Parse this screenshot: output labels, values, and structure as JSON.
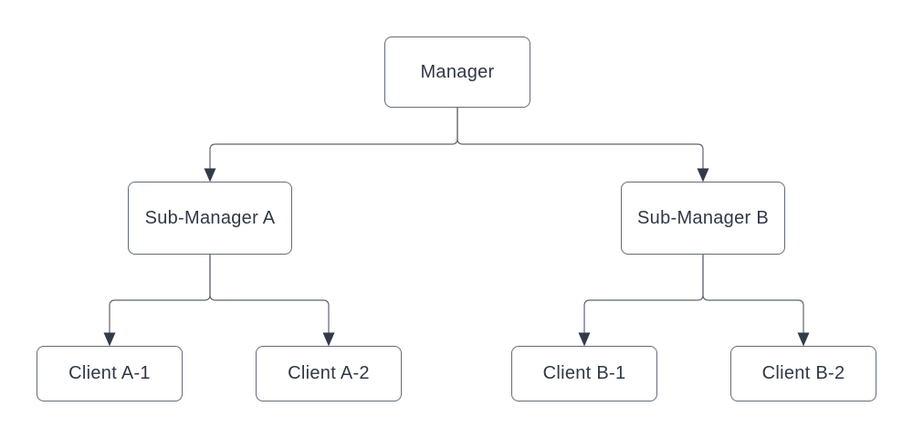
{
  "diagram": {
    "type": "org-chart-flowchart",
    "colors": {
      "background": "#ffffff",
      "node_fill": "#ffffff",
      "node_border": "#656c79",
      "node_text": "#2f3845",
      "connector": "#5c6470",
      "arrowhead": "#333b49"
    },
    "nodes": [
      {
        "id": "manager",
        "label": "Manager",
        "level": 1
      },
      {
        "id": "sub-manager-a",
        "label": "Sub-Manager A",
        "level": 2
      },
      {
        "id": "sub-manager-b",
        "label": "Sub-Manager B",
        "level": 2
      },
      {
        "id": "client-a-1",
        "label": "Client A-1",
        "level": 3
      },
      {
        "id": "client-a-2",
        "label": "Client A-2",
        "level": 3
      },
      {
        "id": "client-b-1",
        "label": "Client B-1",
        "level": 3
      },
      {
        "id": "client-b-2",
        "label": "Client B-2",
        "level": 3
      }
    ],
    "edges": [
      {
        "from": "manager",
        "to": "sub-manager-a",
        "arrow": "filled-triangle"
      },
      {
        "from": "manager",
        "to": "sub-manager-b",
        "arrow": "filled-triangle"
      },
      {
        "from": "sub-manager-a",
        "to": "client-a-1",
        "arrow": "filled-triangle"
      },
      {
        "from": "sub-manager-a",
        "to": "client-a-2",
        "arrow": "filled-triangle"
      },
      {
        "from": "sub-manager-b",
        "to": "client-b-1",
        "arrow": "filled-triangle"
      },
      {
        "from": "sub-manager-b",
        "to": "client-b-2",
        "arrow": "filled-triangle"
      }
    ]
  }
}
